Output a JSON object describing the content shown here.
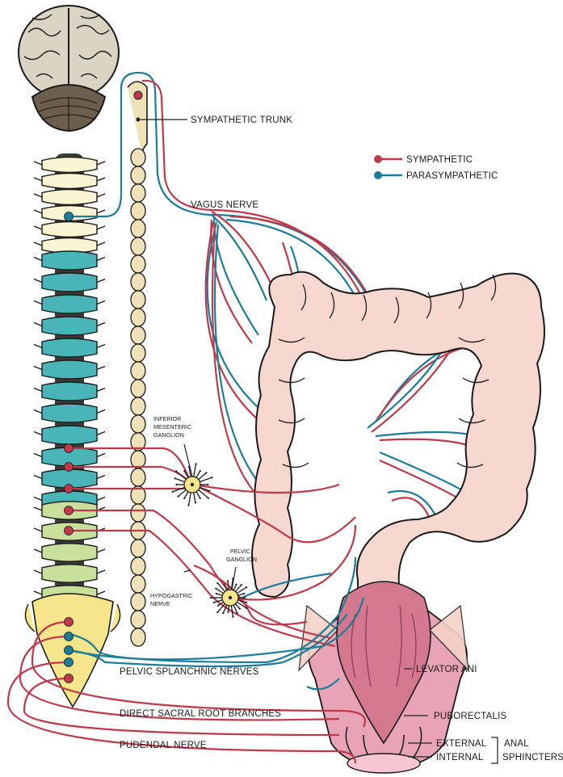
{
  "colors": {
    "sympathetic": "#c0394a",
    "parasympathetic": "#1c7d98",
    "colon_fill": "#f6d8d0",
    "spine_upper": "#fbf4d2",
    "spine_middle": "#49b5b8",
    "spine_lower": "#c9df9c",
    "sacrum": "#f7e58b",
    "trunk": "#efe2b8"
  },
  "legend": {
    "sympathetic": "SYMPATHETIC",
    "parasympathetic": "PARASYMPATHETIC"
  },
  "labels": {
    "sympathetic_trunk": "SYMPATHETIC TRUNK",
    "vagus_nerve": "VAGUS NERVE",
    "inferior_mesenteric_ganglion": [
      "INFERIOR",
      "MESENTERIC",
      "GANGLION"
    ],
    "pelvic_ganglion": [
      "PELVIC",
      "GANGLION"
    ],
    "hypogastric_nerve": [
      "HYPOGASTRIC",
      "NERVE"
    ],
    "pelvic_splanchnic_nerves": "PELVIC SPLANCHNIC NERVES",
    "direct_sacral_root_branches": "DIRECT SACRAL ROOT BRANCHES",
    "pudendal_nerve": "PUDENDAL NERVE",
    "levator_ani": "LEVATOR ANI",
    "puborectalis": "PUBORECTALIS",
    "external": "EXTERNAL",
    "internal": "INTERNAL",
    "anal": "ANAL",
    "sphincters": "SPHINCTERS"
  }
}
